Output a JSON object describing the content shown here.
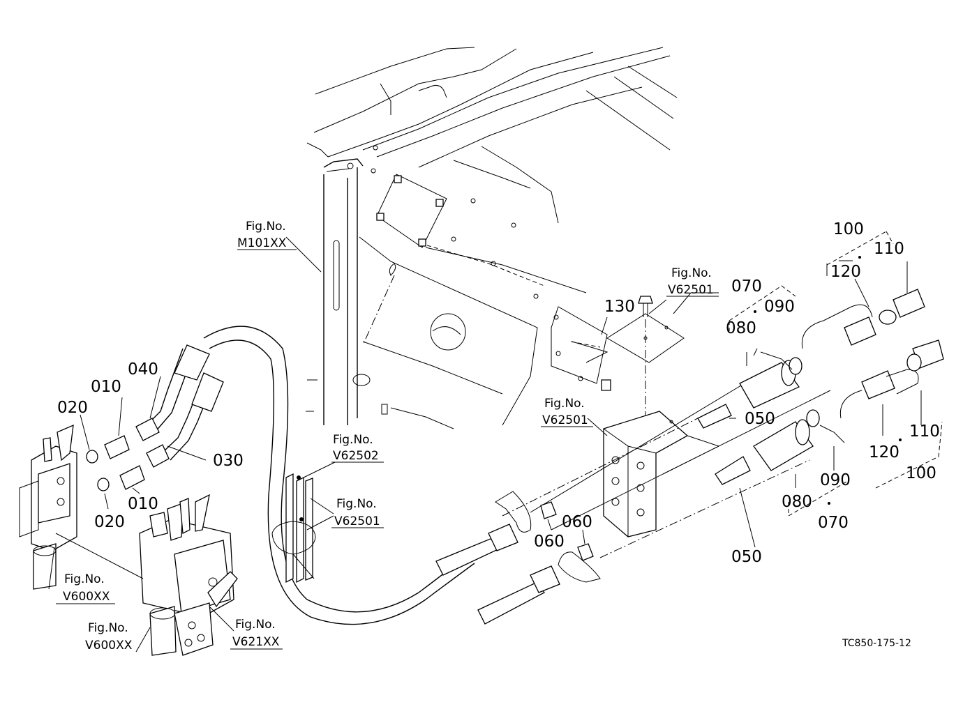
{
  "drawing_code": "TC850-175-12",
  "part_labels": {
    "p100_top": "100",
    "p110_top": "110",
    "p120_top": "120",
    "p070_top": "070",
    "p090_top": "090",
    "p080_top": "080",
    "p130": "130",
    "p050_top": "050",
    "p040": "040",
    "p010_top": "010",
    "p020_top": "020",
    "p030": "030",
    "p010_bot": "010",
    "p020_bot": "020",
    "p060_left": "060",
    "p060_right": "060",
    "p110_bot": "110",
    "p120_bot": "120",
    "p100_bot": "100",
    "p090_bot": "090",
    "p080_bot": "080",
    "p070_bot": "070",
    "p050_bot": "050"
  },
  "figure_refs": [
    {
      "prefix": "Fig.No.",
      "code": "M101XX"
    },
    {
      "prefix": "Fig.No.",
      "code": "V62501"
    },
    {
      "prefix": "Fig.No.",
      "code": "V62501"
    },
    {
      "prefix": "Fig.No.",
      "code": "V62502"
    },
    {
      "prefix": "Fig.No.",
      "code": "V62501"
    },
    {
      "prefix": "Fig.No.",
      "code": "V600XX"
    },
    {
      "prefix": "Fig.No.",
      "code": "V600XX"
    },
    {
      "prefix": "Fig.No.",
      "code": "V621XX"
    }
  ]
}
